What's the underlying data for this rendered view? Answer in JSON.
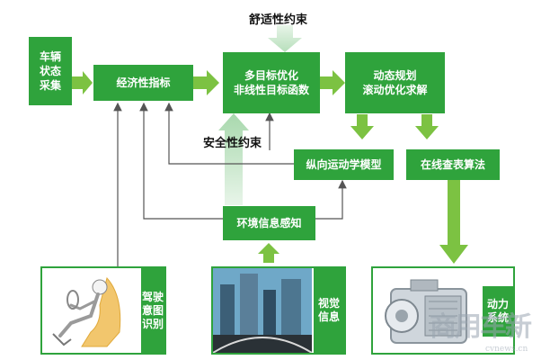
{
  "diagram": {
    "colors": {
      "box": "#2fa33c",
      "arrow": "#7cc242",
      "arrow_light": "#d5ecd6",
      "line": "#555555"
    },
    "nodes": {
      "vehicle_state": "车辆\n状态\n采集",
      "economy_index": "经济性指标",
      "multi_objective": "多目标优化\n非线性目标函数",
      "dynamic_planning": "动态规划\n滚动优化求解",
      "longitudinal_model": "纵向运动学模型",
      "online_lookup": "在线查表算法",
      "environment_perception": "环境信息感知"
    },
    "constraints": {
      "comfort": "舒适性约束",
      "safety": "安全性约束"
    },
    "panels": {
      "driver_intent": "驾驶\n意图\n识别",
      "visual_info": "视觉\n信息",
      "power_system": "动力\n系统"
    },
    "icons": {
      "driver": "driver-seat-icon",
      "city": "city-street-icon",
      "motor": "motor-icon"
    },
    "watermark": {
      "logo": "商用车新",
      "site": "cvnews.cn"
    }
  }
}
